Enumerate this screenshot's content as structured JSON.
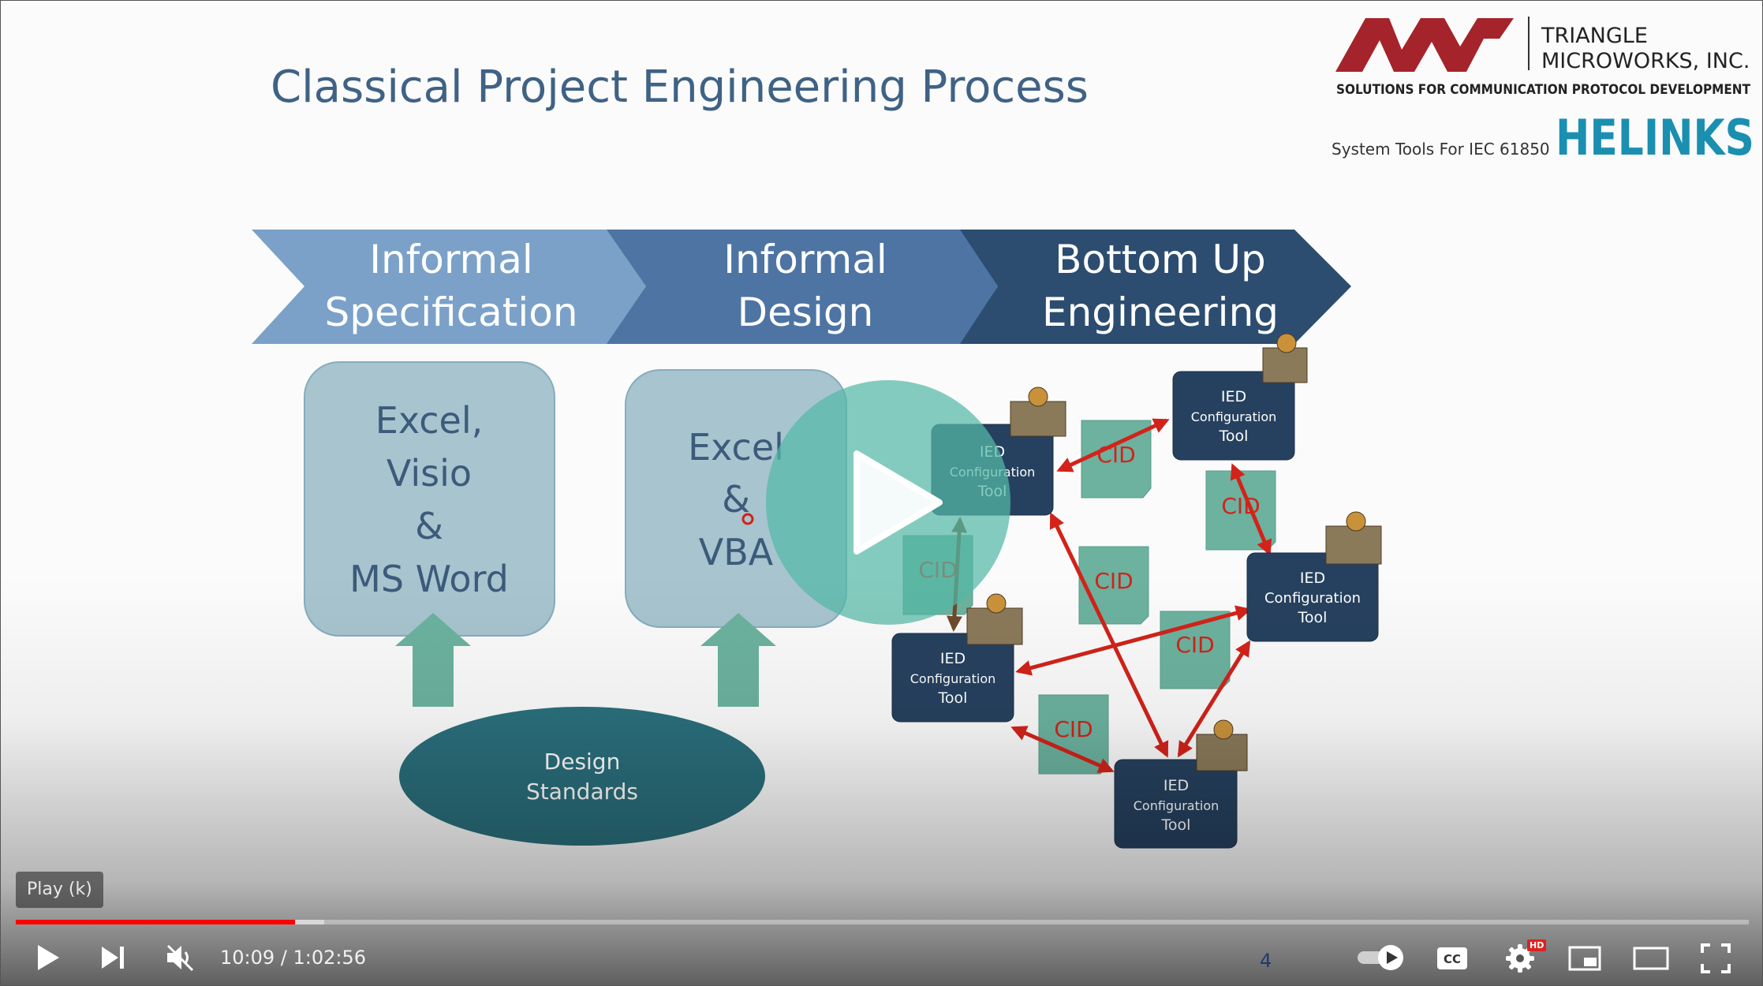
{
  "slide": {
    "title": "Classical Project Engineering Process",
    "company_name_line1": "TRIANGLE",
    "company_name_line2": "MICROWORKS, INC.",
    "company_tagline": "SOLUTIONS FOR COMMUNICATION PROTOCOL DEVELOPMENT",
    "subtagline": "System Tools For IEC 61850",
    "brand": "HELINKS",
    "phases": [
      {
        "line1": "Informal",
        "line2": "Specification"
      },
      {
        "line1": "Informal",
        "line2": "Design"
      },
      {
        "line1": "Bottom Up",
        "line2": "Engineering"
      }
    ],
    "box_spec": [
      "Excel,",
      "Visio",
      "&",
      "MS Word"
    ],
    "box_design": [
      "Excel",
      "&",
      "VBA"
    ],
    "design_standards": [
      "Design",
      "Standards"
    ],
    "ied_label": [
      "IED",
      "Configuration",
      "Tool"
    ],
    "cid_label": "CID",
    "colors": {
      "title": "#3f6285",
      "chevron1": "#7ba1c8",
      "chevron2": "#4d74a3",
      "chevron3": "#2c4d70",
      "ied": "#26415f",
      "cid": "#6cb29f",
      "arrow": "#d2231a",
      "ellipse": "#2a6f7c"
    }
  },
  "player": {
    "tooltip": "Play (k)",
    "time_current": "10:09",
    "time_separator": " / ",
    "time_total": "1:02:56",
    "chapter_number": "4",
    "progress_played_fraction": 0.161,
    "progress_loaded_fraction": 0.178,
    "hd_badge": "HD",
    "icons": {
      "play": "play-icon",
      "next": "next-icon",
      "mute": "muted-volume-icon",
      "autoplay": "autoplay-toggle-icon",
      "captions": "cc-icon",
      "settings": "gear-icon",
      "miniplayer": "miniplayer-icon",
      "theater": "theater-mode-icon",
      "fullscreen": "fullscreen-icon"
    }
  }
}
